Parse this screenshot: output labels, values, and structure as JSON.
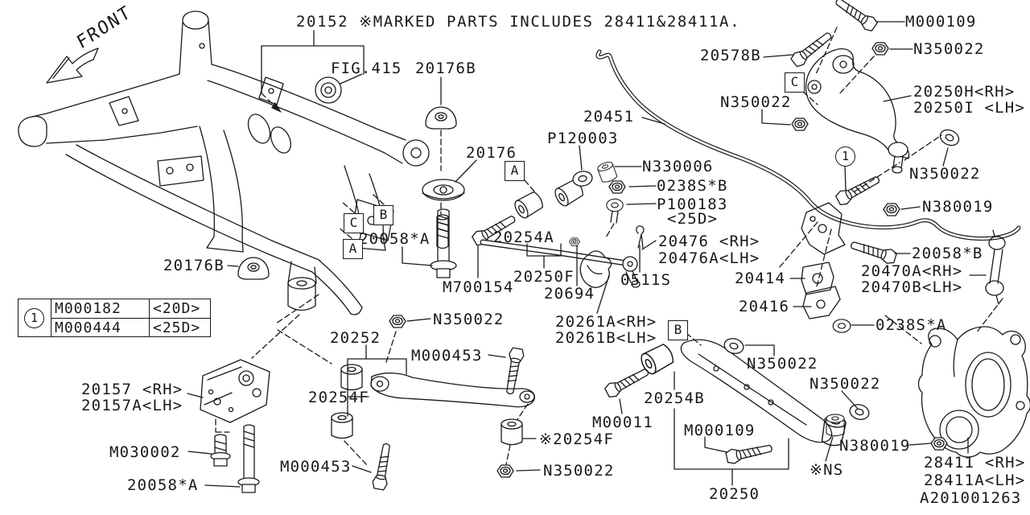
{
  "title": "20152 ※MARKED PARTS INCLUDES 28411&28411A.",
  "front_marker": "FRONT",
  "footer_code": "A201001263",
  "ref_circle": "1",
  "section_boxes": {
    "a": "A",
    "b": "B",
    "c": "C"
  },
  "colors": {
    "line": "#1a1a1a",
    "background": "#ffffff"
  },
  "legend": {
    "ref": "1",
    "rows": [
      {
        "part": "M000182",
        "size": "<20D>"
      },
      {
        "part": "M000444",
        "size": "<25D>"
      }
    ]
  },
  "callouts": [
    {
      "id": "fig-415",
      "text": "FIG.415"
    },
    {
      "id": "20176b-top",
      "text": "20176B"
    },
    {
      "id": "20176",
      "text": "20176"
    },
    {
      "id": "20451",
      "text": "20451"
    },
    {
      "id": "p120003",
      "text": "P120003"
    },
    {
      "id": "n330006",
      "text": "N330006"
    },
    {
      "id": "0238s-b",
      "text": "0238S*B"
    },
    {
      "id": "p100183",
      "text": "P100183"
    },
    {
      "id": "p100183-size",
      "text": "<25D>"
    },
    {
      "id": "20578b",
      "text": "20578B"
    },
    {
      "id": "m000109-top",
      "text": "M000109"
    },
    {
      "id": "n350022-topright",
      "text": "N350022"
    },
    {
      "id": "20250h",
      "text": "20250H<RH>"
    },
    {
      "id": "20250i",
      "text": "20250I <LH>"
    },
    {
      "id": "n350022-c",
      "text": "N350022"
    },
    {
      "id": "n350022-washer",
      "text": "N350022"
    },
    {
      "id": "n380019-right",
      "text": "N380019"
    },
    {
      "id": "20058-b",
      "text": "20058*B"
    },
    {
      "id": "20470a",
      "text": "20470A<RH>"
    },
    {
      "id": "20470b",
      "text": "20470B<LH>"
    },
    {
      "id": "20414",
      "text": "20414"
    },
    {
      "id": "20416",
      "text": "20416"
    },
    {
      "id": "0238s-a",
      "text": "0238S*A"
    },
    {
      "id": "20476",
      "text": "20476 <RH>"
    },
    {
      "id": "20476a",
      "text": "20476A<LH>"
    },
    {
      "id": "0511s",
      "text": "0511S"
    },
    {
      "id": "20694",
      "text": "20694"
    },
    {
      "id": "20250f",
      "text": "20250F"
    },
    {
      "id": "20254a",
      "text": "20254A"
    },
    {
      "id": "m700154",
      "text": "M700154"
    },
    {
      "id": "20058-a-center",
      "text": "20058*A"
    },
    {
      "id": "20261a",
      "text": "20261A<RH>"
    },
    {
      "id": "20261b",
      "text": "20261B<LH>"
    },
    {
      "id": "20176b-left",
      "text": "20176B"
    },
    {
      "id": "20157",
      "text": "20157 <RH>"
    },
    {
      "id": "20157a",
      "text": "20157A<LH>"
    },
    {
      "id": "m030002",
      "text": "M030002"
    },
    {
      "id": "20058-a-bottom",
      "text": "20058*A"
    },
    {
      "id": "20252",
      "text": "20252"
    },
    {
      "id": "n350022-mid",
      "text": "N350022"
    },
    {
      "id": "m000453-upper",
      "text": "M000453"
    },
    {
      "id": "20254f",
      "text": "20254F"
    },
    {
      "id": "m000453-lower",
      "text": "M000453"
    },
    {
      "id": "x20254f",
      "text": "※20254F"
    },
    {
      "id": "n350022-bc",
      "text": "N350022"
    },
    {
      "id": "m00011",
      "text": "M00011"
    },
    {
      "id": "20254b",
      "text": "20254B"
    },
    {
      "id": "m000109-bottom",
      "text": "M000109"
    },
    {
      "id": "20250",
      "text": "20250"
    },
    {
      "id": "n350022-arm1",
      "text": "N350022"
    },
    {
      "id": "n350022-arm2",
      "text": "N350022"
    },
    {
      "id": "n380019-bottom",
      "text": "N380019"
    },
    {
      "id": "ns",
      "text": "※NS"
    },
    {
      "id": "28411",
      "text": "28411 <RH>"
    },
    {
      "id": "28411a",
      "text": "28411A<LH>"
    }
  ]
}
